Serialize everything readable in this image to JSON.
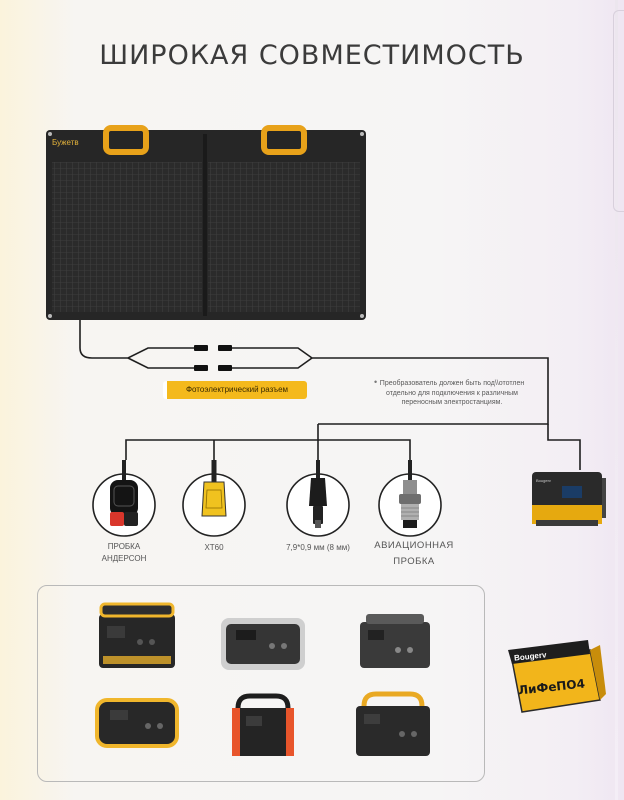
{
  "title": "ШИРОКАЯ СОВМЕСТИМОСТЬ",
  "panel": {
    "brand": "Бужетв"
  },
  "connector_label": "Фотоэлектрический разъем",
  "note": "Преобразователь должен быть под\\\\ототлен отдельно для подключения к различным переносным электростанциям.",
  "plugs": [
    {
      "label": "ПРОБКА АНДЕРСОН"
    },
    {
      "label": "XT60"
    },
    {
      "label": "7,9*0,9 мм (8 мм)"
    },
    {
      "label": "АВИАЦИОННАЯ ПРОБКА"
    }
  ],
  "battery": {
    "brand": "Bougerv",
    "label": "ЛиФеПО4"
  },
  "colors": {
    "accent": "#f4b91c",
    "panel": "#2a2a2a",
    "wire": "#1f1f1f"
  },
  "icons": [
    "anderson-plug-icon",
    "xt60-plug-icon",
    "dc-barrel-plug-icon",
    "aviation-plug-icon",
    "charge-controller-icon"
  ]
}
